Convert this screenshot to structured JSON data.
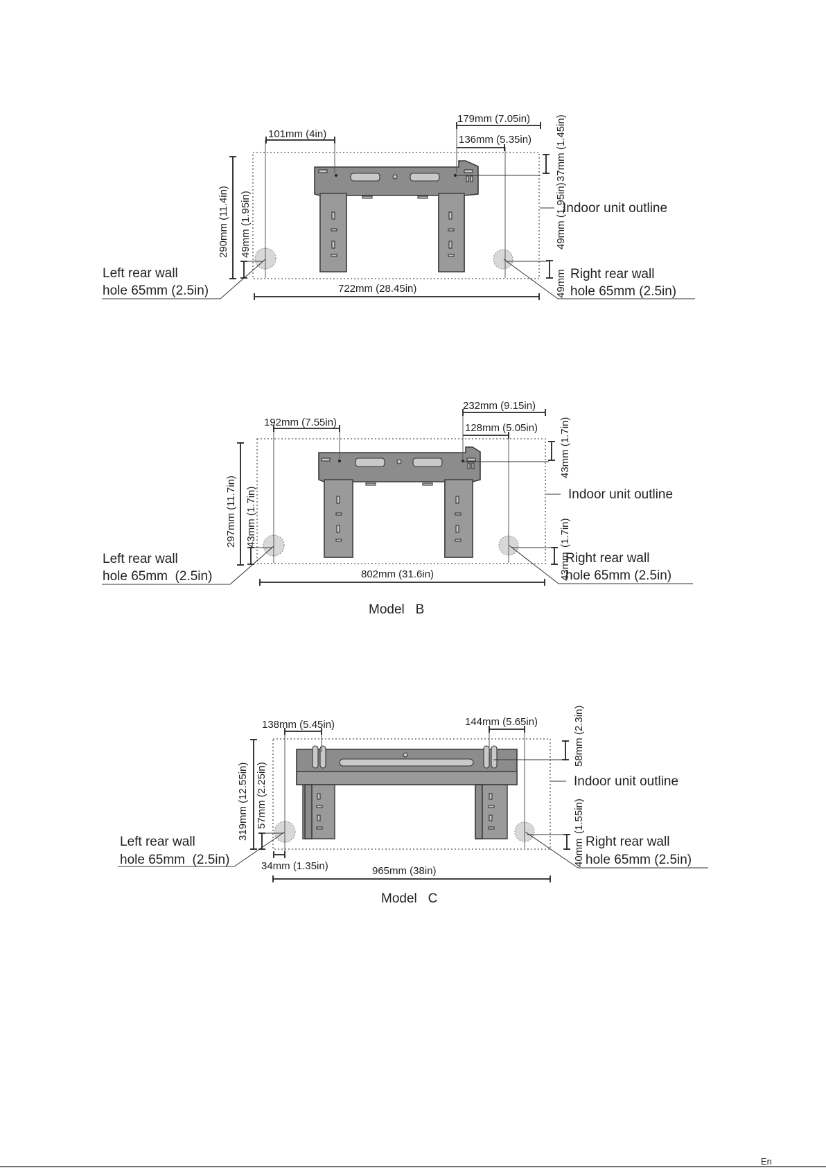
{
  "models": [
    {
      "caption": "",
      "labels": {
        "top_left_offset": "101mm (4in)",
        "top_right_outer": "179mm (7.05in)",
        "top_right_inner": "136mm (5.35in)",
        "right_top_gap": "37mm (1.45in)",
        "left_height": "290mm (11.4in)",
        "left_hole_height": "49mm (1.95in)",
        "right_hole_height_top": "49mm (1.95in)",
        "right_hole_height_bottom": "49mm",
        "width": "722mm (28.45in)",
        "indoor_outline": "Indoor unit outline",
        "left_hole_line1": "Left rear wall",
        "left_hole_line2": "hole 65mm (2.5in)",
        "right_hole_line1": "Right rear wall",
        "right_hole_line2": "hole 65mm (2.5in)"
      }
    },
    {
      "caption": "Model   B",
      "labels": {
        "top_left_offset": "192mm (7.55in)",
        "top_right_outer": "232mm (9.15in)",
        "top_right_inner": "128mm (5.05in)",
        "right_top_gap": "43mm (1.7in)",
        "left_height": "297mm (11.7in)",
        "left_hole_height": "43mm (1.7in)",
        "right_hole_height_top": "(1.7in)",
        "right_hole_height_bottom": "43mm",
        "width": "802mm (31.6in)",
        "indoor_outline": "Indoor unit outline",
        "left_hole_line1": "Left rear wall",
        "left_hole_line2": "hole 65mm  (2.5in)",
        "right_hole_line1": "Right rear wall",
        "right_hole_line2": "hole 65mm (2.5in)"
      }
    },
    {
      "caption": "Model   C",
      "labels": {
        "top_left_offset": "138mm (5.45in)",
        "top_right_outer": "144mm (5.65in)",
        "right_top_gap": "58mm (2.3in)",
        "left_height": "319mm (12.55in)",
        "left_hole_height": "57mm (2.25in)",
        "right_hole_height_top": "(1.55in)",
        "right_hole_height_bottom": "40mm",
        "bottom_left_offset": "34mm (1.35in)",
        "width": "965mm (38in)",
        "indoor_outline": "Indoor unit outline",
        "left_hole_line1": "Left rear wall",
        "left_hole_line2": "hole 65mm  (2.5in)",
        "right_hole_line1": "Right rear wall",
        "right_hole_line2": "hole 65mm (2.5in)"
      }
    }
  ],
  "footer": {
    "page_marker": "En"
  }
}
